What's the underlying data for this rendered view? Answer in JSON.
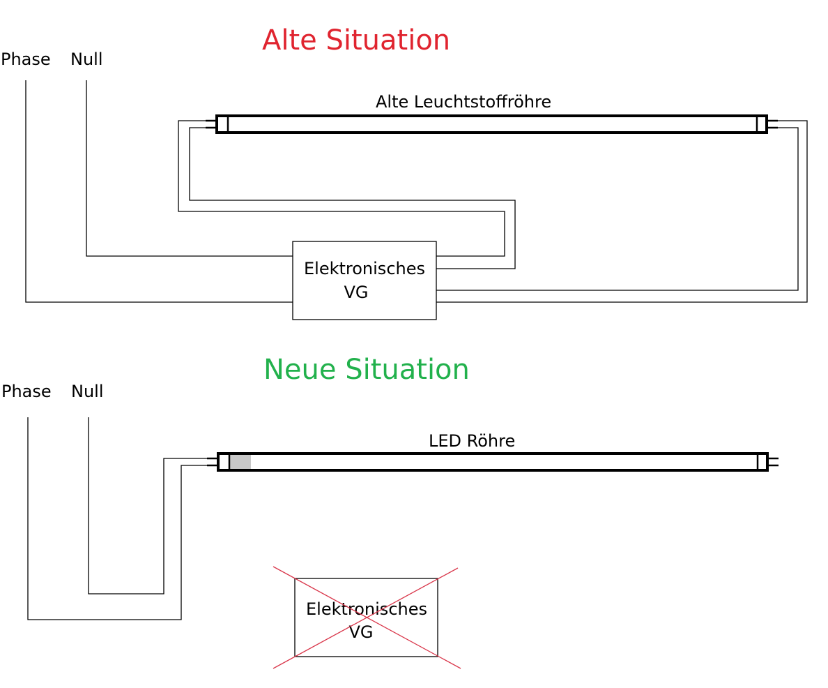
{
  "old": {
    "title": "Alte Situation",
    "title_color": "#e0242f",
    "phase_label": "Phase",
    "null_label": "Null",
    "tube_label": "Alte Leuchtstoffröhre",
    "ballast_line1": "Elektronisches",
    "ballast_line2": "VG"
  },
  "new": {
    "title": "Neue Situation",
    "title_color": "#22b14c",
    "phase_label": "Phase",
    "null_label": "Null",
    "tube_label": "LED Röhre",
    "ballast_line1": "Elektronisches",
    "ballast_line2": "VG",
    "ballast_removed": true,
    "cross_color": "#d9364a",
    "led_driver_shade": "#c8c8c8"
  }
}
